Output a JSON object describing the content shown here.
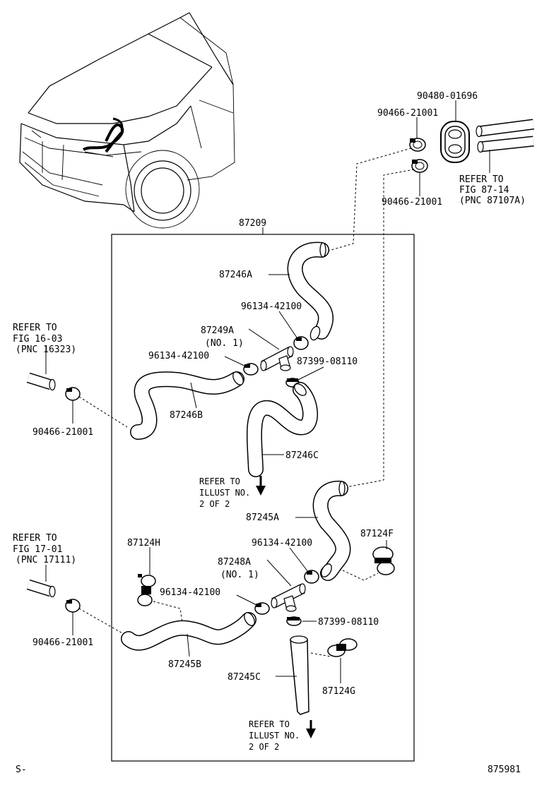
{
  "assembly": {
    "number": "87209"
  },
  "parts": {
    "p90480": "90480-01696",
    "p90466_top1": "90466-21001",
    "p90466_top2": "90466-21001",
    "p87246A": "87246A",
    "p96134_a": "96134-42100",
    "p87249A": "87249A",
    "p87249A_no": "(NO. 1)",
    "p96134_b": "96134-42100",
    "p87399_a": "87399-08110",
    "p87246B": "87246B",
    "p87246C": "87246C",
    "p90466_left1": "90466-21001",
    "p87245A": "87245A",
    "p87124F": "87124F",
    "p96134_c": "96134-42100",
    "p87124H": "87124H",
    "p87248A": "87248A",
    "p87248A_no": "(NO. 1)",
    "p96134_d": "96134-42100",
    "p87399_b": "87399-08110",
    "p87245B": "87245B",
    "p87245C": "87245C",
    "p87124G": "87124G",
    "p90466_left2": "90466-21001"
  },
  "references": {
    "fig87": [
      "REFER TO",
      "FIG 87-14",
      "(PNC 87107A)"
    ],
    "fig16": [
      "REFER TO",
      "FIG 16-03",
      "(PNC 16323)"
    ],
    "fig17": [
      "REFER TO",
      "FIG 17-01",
      "(PNC 17111)"
    ],
    "illust1": [
      "REFER TO",
      "ILLUST NO.",
      "2 OF 2"
    ],
    "illust2": [
      "REFER TO",
      "ILLUST NO.",
      "2 OF 2"
    ]
  },
  "footer": {
    "left": "S-",
    "right": "875981"
  },
  "colors": {
    "ink": "#000000",
    "paper": "#ffffff"
  }
}
